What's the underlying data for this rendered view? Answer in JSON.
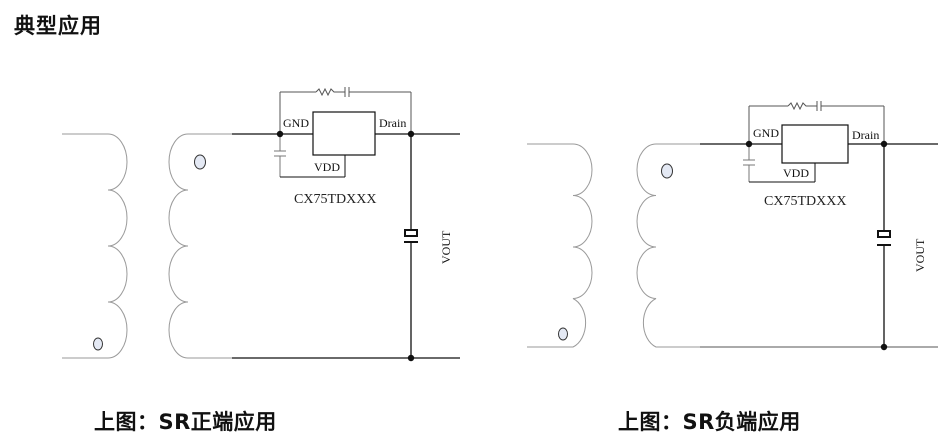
{
  "page": {
    "title": "典型应用"
  },
  "diagrams": [
    {
      "id": "positive",
      "caption": "上图：SR正端应用",
      "labels": {
        "gnd": "GND",
        "drain": "Drain",
        "vdd": "VDD",
        "part": "CX75TDXXX",
        "vout": "VOUT"
      }
    },
    {
      "id": "negative",
      "caption": "上图：SR负端应用",
      "labels": {
        "gnd": "GND",
        "drain": "Drain",
        "vdd": "VDD",
        "part": "CX75TDXXX",
        "vout": "VOUT"
      }
    }
  ],
  "colors": {
    "wire": "#111111",
    "coil": "#9a9a9a",
    "dot_fill": "#e4e9f4",
    "dot_stroke": "#333333"
  }
}
